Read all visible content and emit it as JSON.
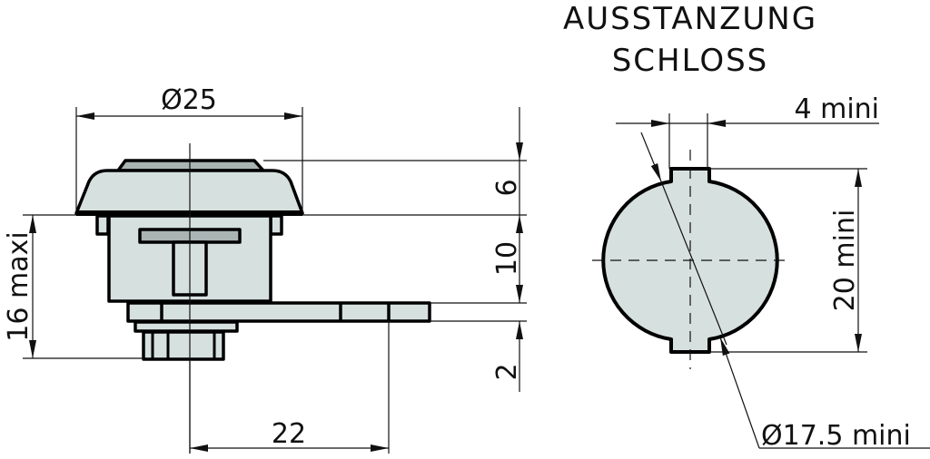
{
  "title": {
    "line1": "AUSSTANZUNG",
    "line2": "SCHLOSS"
  },
  "side_view": {
    "dim_diameter": "Ø25",
    "dim_height_total": "16 maxi",
    "dim_length_bottom": "22",
    "dim_stack": [
      "6",
      "10",
      "2"
    ]
  },
  "cutout_view": {
    "dim_slot_width": "4 mini",
    "dim_height": "20 mini",
    "dim_diameter": "Ø17.5 mini"
  },
  "colors": {
    "fill_light": "#d6e0df",
    "fill_dark": "#a9b4b3",
    "outline": "#000000",
    "background": "#ffffff"
  }
}
